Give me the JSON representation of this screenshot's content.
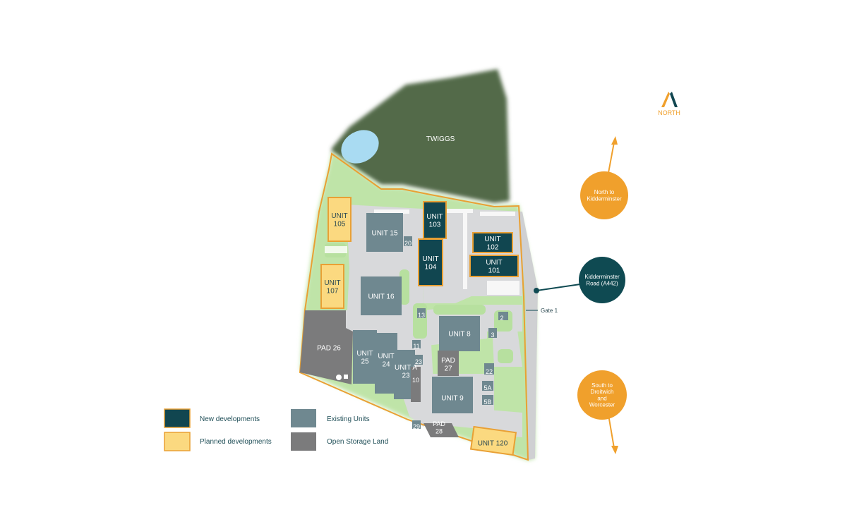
{
  "colors": {
    "new_development": "#114650",
    "planned_development": "#fbd980",
    "existing_unit": "#6f8890",
    "open_storage": "#7b7b7c",
    "site_green": "#bfe4a8",
    "road_grey": "#dadbdd",
    "woodland": "#536b48",
    "water": "#a9dbf2",
    "orange": "#f0a02c",
    "teal_badge": "#0f4a52",
    "boundary": "#e9a034"
  },
  "compass": {
    "label": "NORTH"
  },
  "woodland": {
    "label": "TWIGGS"
  },
  "units": {
    "unit_105": "UNIT\n105",
    "unit_107": "UNIT\n107",
    "unit_15": "UNIT 15",
    "unit_16": "UNIT 16",
    "unit_103": "UNIT\n103",
    "unit_104": "UNIT\n104",
    "unit_102": "UNIT\n102",
    "unit_101": "UNIT\n101",
    "pad_26": "PAD 26",
    "unit_25": "UNIT\n25",
    "unit_24": "UNIT\n24",
    "unit_a_23": "UNIT A\n23",
    "unit_8": "UNIT 8",
    "pad_27": "PAD\n27",
    "unit_9": "UNIT 9",
    "pad_28": "PAD\n28",
    "unit_120": "UNIT 120",
    "n20": "20",
    "n13": "13",
    "n11": "11",
    "n23": "23",
    "n10": "10",
    "n2": "2",
    "n3": "3",
    "n22": "22",
    "n5a": "5A",
    "n5b": "5B",
    "n29": "29"
  },
  "road_labels": {
    "gate": "Gate 1",
    "north": "North to\nKidderminster",
    "kidderminster_road": "Kidderminster\nRoad (A442)",
    "south": "South to\nDroitwich\nand\nWorcester"
  },
  "legend": {
    "new": "New developments",
    "planned": "Planned developments",
    "existing": "Existing Units",
    "storage": "Open Storage Land"
  }
}
